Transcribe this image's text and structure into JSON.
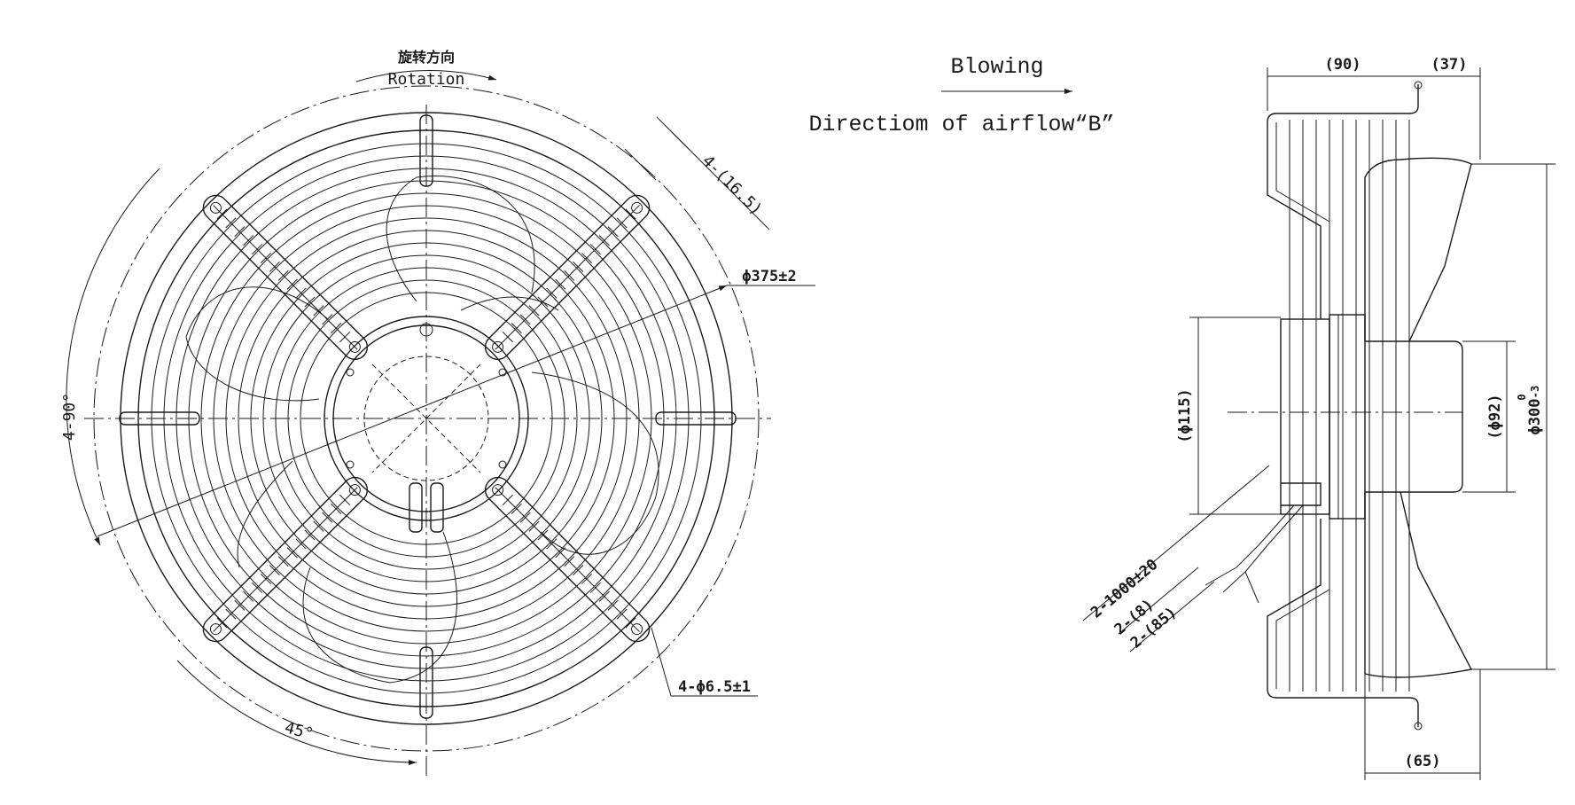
{
  "front_view": {
    "rotation_cn": "旋转方向",
    "rotation_en": "Rotation",
    "angle_4x90": "4-90°",
    "angle_45": "45°",
    "dim_slot_width": "4-(16.5)",
    "dim_outer_diameter": "ϕ375±2",
    "dim_mount_holes": "4-ϕ6.5±1"
  },
  "side_view": {
    "blowing": "Blowing",
    "airflow_direction": "Directiom of airflow“B”",
    "dim_depth_90": "(90)",
    "dim_depth_37": "(37)",
    "dim_depth_65": "(65)",
    "dim_motor_115": "(ϕ115)",
    "dim_hub_92": "(ϕ92)",
    "dim_impeller_300": "ϕ300",
    "tol_upper": "0",
    "tol_lower": "-3",
    "dim_cable_length": "2-1000±20",
    "dim_cable_8": "2-(8)",
    "dim_cable_85": "2-(85)"
  }
}
